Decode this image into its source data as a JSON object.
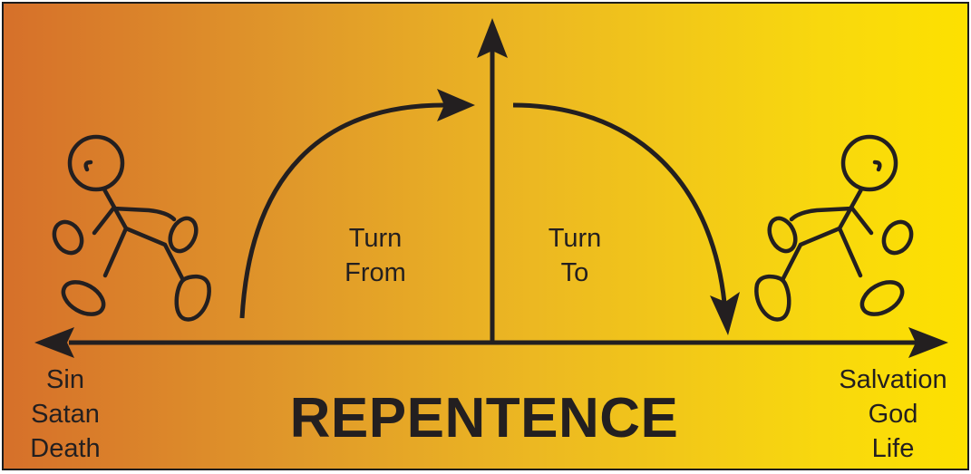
{
  "title": "REPENTENCE",
  "arc_left": {
    "line1": "Turn",
    "line2": "From"
  },
  "arc_right": {
    "line1": "Turn",
    "line2": "To"
  },
  "left_end": [
    "Sin",
    "Satan",
    "Death"
  ],
  "right_end": [
    "Salvation",
    "God",
    "Life"
  ],
  "colors": {
    "gradient_left": "#d6702a",
    "gradient_right": "#fde100",
    "ink": "#231f20"
  },
  "icons": [
    "stick-figure-walking-left-icon",
    "stick-figure-walking-right-icon"
  ]
}
